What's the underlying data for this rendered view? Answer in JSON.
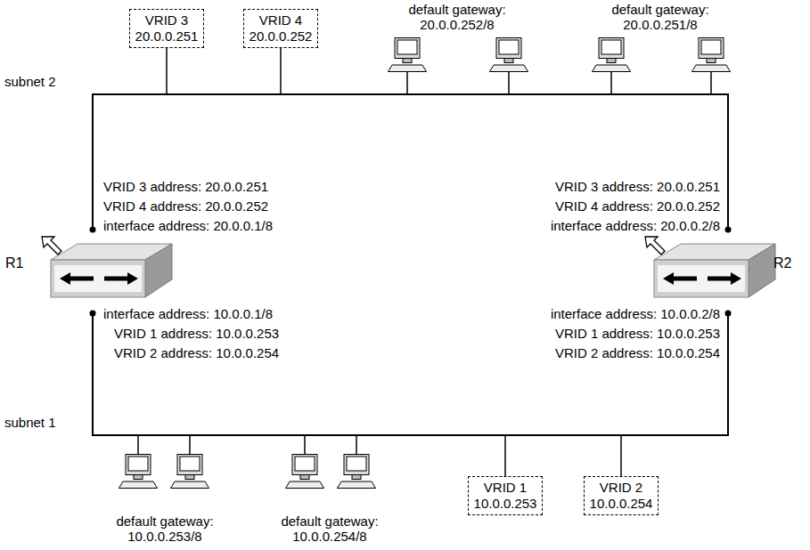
{
  "diagram": {
    "nodes": [
      {
        "text": [
          "VRID 3 20.0.0.251"
        ]
      },
      {
        "text": [
          "VRID 4 20.0.0.252"
        ]
      },
      {
        "text": [
          "R1"
        ]
      },
      {
        "text": [
          "R2"
        ]
      },
      {
        "text": [
          "VRID 1 10.0.0.253"
        ]
      },
      {
        "text": [
          "VRID 2 10.0.0.254"
        ]
      }
    ],
    "labels": [
      "subnet 2",
      "default gateway: 20.0.0.252/8",
      "default gateway: 20.0.0.251/8",
      "VRID 3 address: 20.0.0.251",
      "VRID 4 address: 20.0.0.252",
      "interface address: 20.0.0.1/8",
      "VRID 3 address: 20.0.0.251",
      "VRID 4 address: 20.0.0.252",
      "interface address: 20.0.0.2/8",
      "interface address: 10.0.0.1/8",
      "VRID 1 address: 10.0.0.253",
      "VRID 2 address: 10.0.0.254",
      "interface address: 10.0.0.2/8",
      "VRID 1 address: 10.0.0.253",
      "VRID 2 address: 10.0.0.254",
      "subnet 1",
      "default gateway: 10.0.0.253/8",
      "default gateway: 10.0.0.254/8"
    ]
  }
}
